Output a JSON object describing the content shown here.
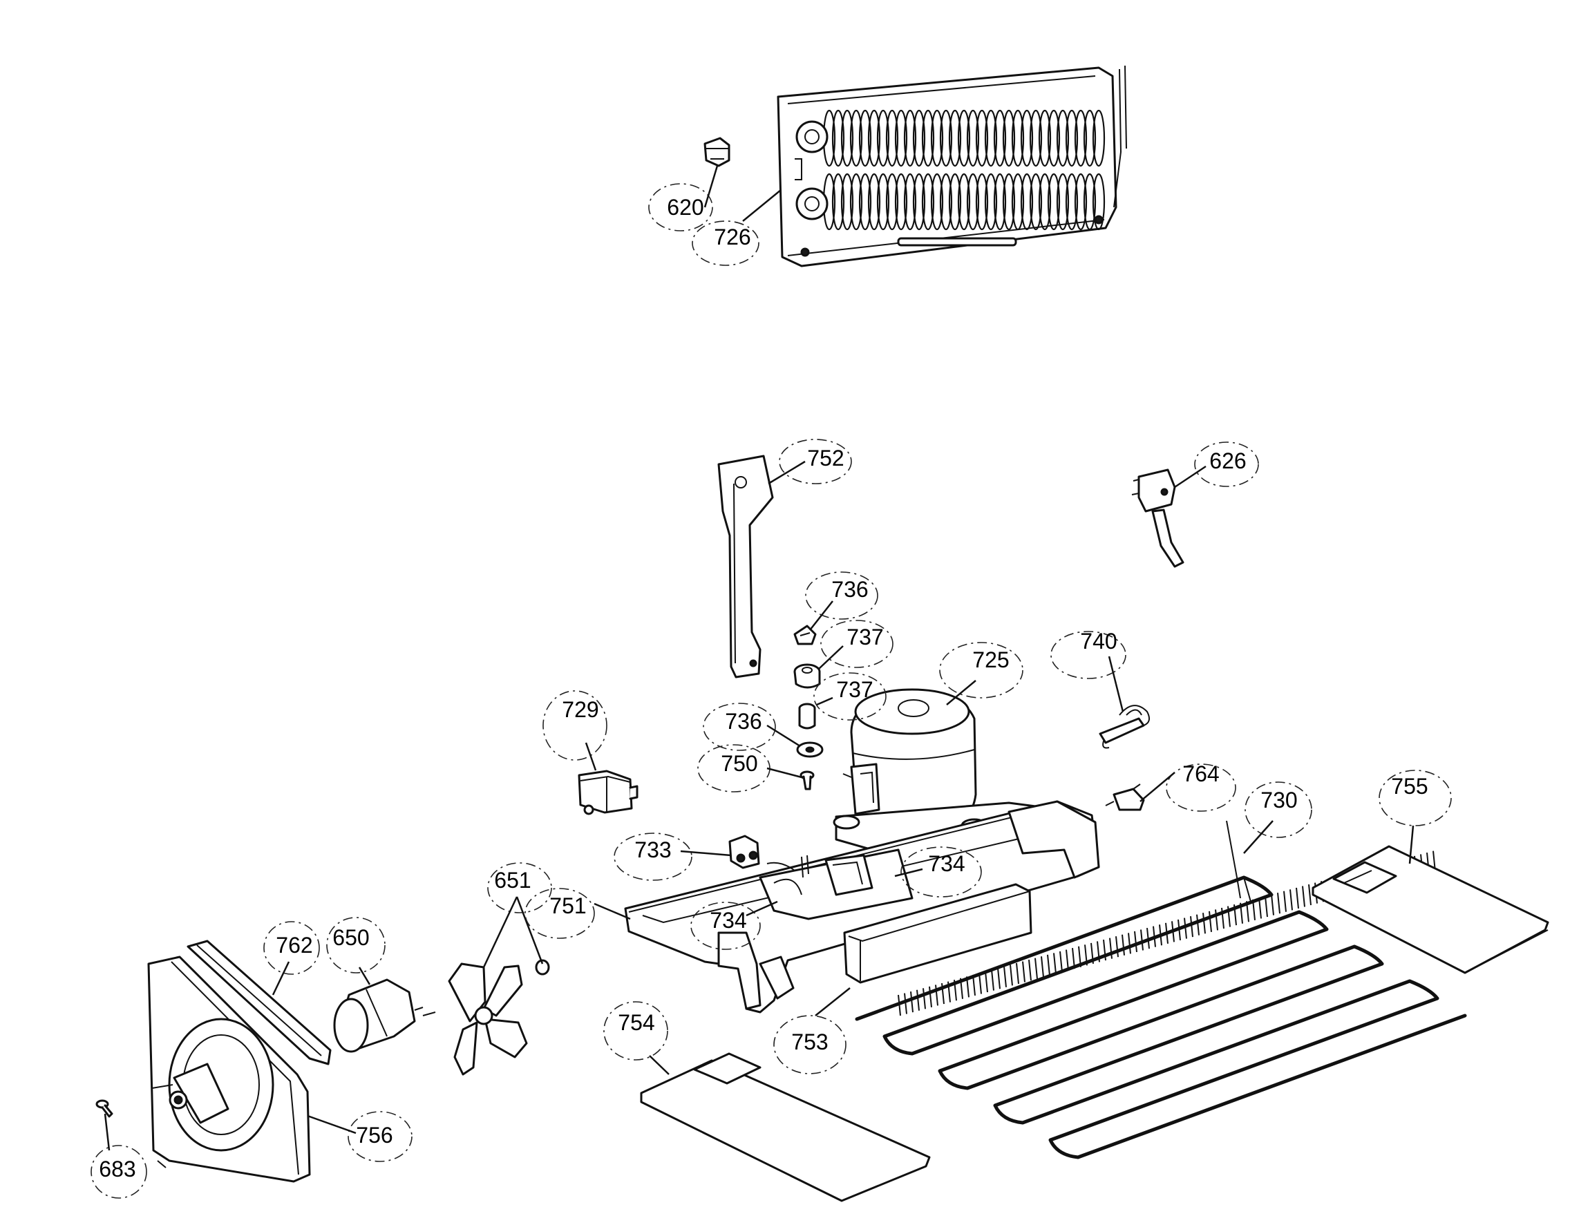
{
  "callouts": [
    {
      "id": "620",
      "label": "620"
    },
    {
      "id": "726",
      "label": "726"
    },
    {
      "id": "752",
      "label": "752"
    },
    {
      "id": "626",
      "label": "626"
    },
    {
      "id": "736a",
      "label": "736"
    },
    {
      "id": "737a",
      "label": "737"
    },
    {
      "id": "737b",
      "label": "737"
    },
    {
      "id": "725",
      "label": "725"
    },
    {
      "id": "740",
      "label": "740"
    },
    {
      "id": "729",
      "label": "729"
    },
    {
      "id": "736b",
      "label": "736"
    },
    {
      "id": "750",
      "label": "750"
    },
    {
      "id": "764",
      "label": "764"
    },
    {
      "id": "730",
      "label": "730"
    },
    {
      "id": "755",
      "label": "755"
    },
    {
      "id": "733",
      "label": "733"
    },
    {
      "id": "734a",
      "label": "734"
    },
    {
      "id": "651",
      "label": "651"
    },
    {
      "id": "751",
      "label": "751"
    },
    {
      "id": "734b",
      "label": "734"
    },
    {
      "id": "762",
      "label": "762"
    },
    {
      "id": "650",
      "label": "650"
    },
    {
      "id": "754",
      "label": "754"
    },
    {
      "id": "753",
      "label": "753"
    },
    {
      "id": "756",
      "label": "756"
    },
    {
      "id": "683",
      "label": "683"
    }
  ]
}
